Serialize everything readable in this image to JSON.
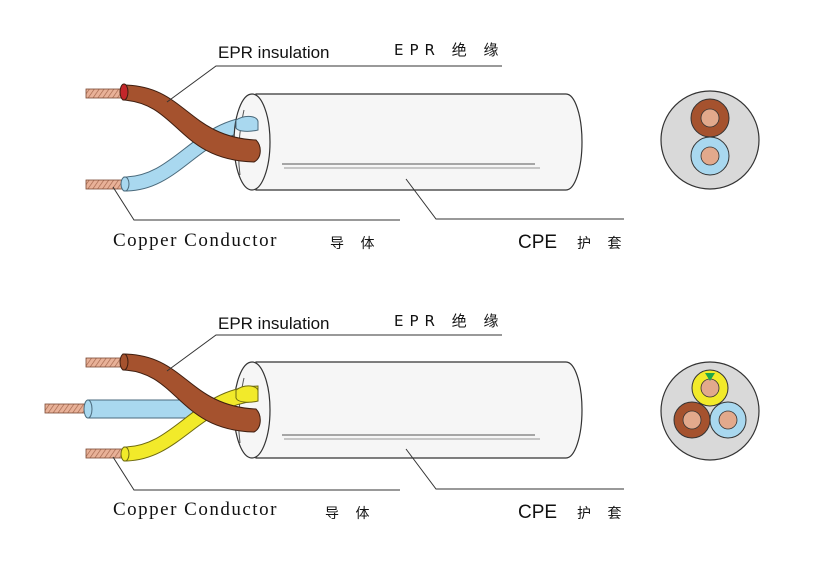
{
  "diagrams": [
    {
      "id": "two-core",
      "insulation_en": "EPR insulation",
      "insulation_zh": "EPR 绝 缘",
      "conductor_en": "Copper Conductor",
      "conductor_zh": "导 体",
      "sheath_en": "CPE",
      "sheath_zh": "护 套",
      "core_colors": [
        "brown",
        "light-blue"
      ]
    },
    {
      "id": "three-core",
      "insulation_en": "EPR insulation",
      "insulation_zh": "EPR 绝 缘",
      "conductor_en": "Copper Conductor",
      "conductor_zh": "导 体",
      "sheath_en": "CPE",
      "sheath_zh": "护 套",
      "core_colors": [
        "brown",
        "light-blue",
        "yellow-green"
      ]
    }
  ],
  "colors": {
    "brown": "#A5522E",
    "light_blue": "#A9D8EF",
    "yellow": "#F2EA2A",
    "green_mark": "#1FA64A",
    "copper": "#E2A98C",
    "sheath": "#F6F6F6",
    "cross_section_bg": "#D9D9D9",
    "outline": "#333333"
  }
}
